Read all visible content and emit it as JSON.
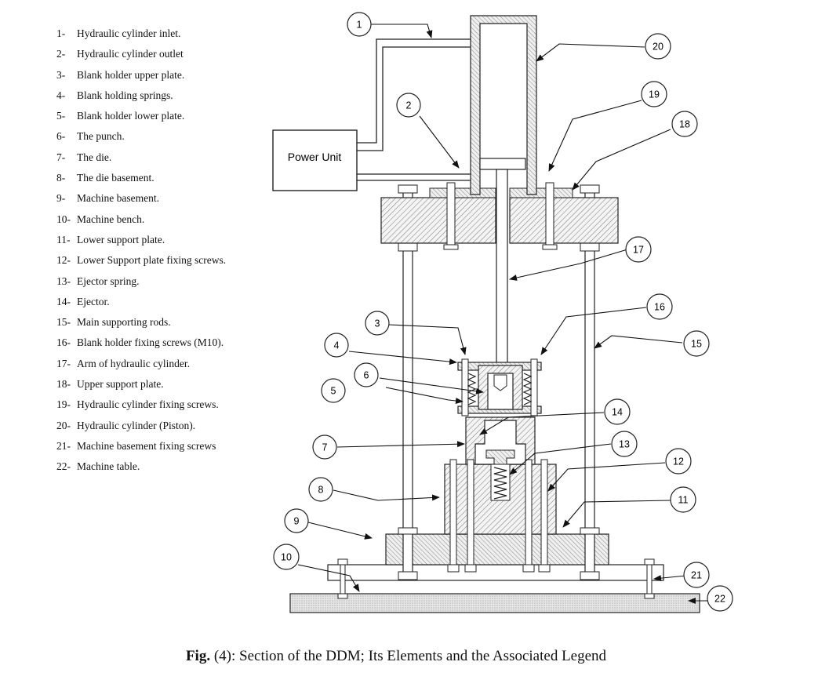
{
  "legend": [
    {
      "num": "1-",
      "text": "Hydraulic cylinder inlet."
    },
    {
      "num": "2-",
      "text": "Hydraulic cylinder outlet"
    },
    {
      "num": "3-",
      "text": "Blank holder upper plate."
    },
    {
      "num": "4-",
      "text": "Blank holding springs."
    },
    {
      "num": "5-",
      "text": "Blank holder lower plate."
    },
    {
      "num": "6-",
      "text": "The punch."
    },
    {
      "num": "7-",
      "text": "The die."
    },
    {
      "num": "8-",
      "text": "The die basement."
    },
    {
      "num": "9-",
      "text": "Machine basement."
    },
    {
      "num": "10-",
      "text": "Machine bench."
    },
    {
      "num": "11-",
      "text": "Lower support plate."
    },
    {
      "num": "12-",
      "text": "Lower Support plate fixing screws."
    },
    {
      "num": "13-",
      "text": "Ejector spring."
    },
    {
      "num": "14-",
      "text": "Ejector."
    },
    {
      "num": "15-",
      "text": "Main supporting rods."
    },
    {
      "num": "16-",
      "text": "Blank holder fixing screws (M10)."
    },
    {
      "num": "17-",
      "text": "Arm of hydraulic cylinder."
    },
    {
      "num": "18-",
      "text": "Upper support plate."
    },
    {
      "num": "19-",
      "text": "Hydraulic cylinder fixing screws."
    },
    {
      "num": "20-",
      "text": "Hydraulic cylinder (Piston)."
    },
    {
      "num": "21-",
      "text": "Machine basement fixing screws"
    },
    {
      "num": "22-",
      "text": "Machine table."
    }
  ],
  "diagram": {
    "power_unit_label": "Power Unit",
    "callouts": [
      "1",
      "2",
      "3",
      "4",
      "5",
      "6",
      "7",
      "8",
      "9",
      "10",
      "11",
      "12",
      "13",
      "14",
      "15",
      "16",
      "17",
      "18",
      "19",
      "20",
      "21",
      "22"
    ]
  },
  "caption": {
    "fig": "Fig.",
    "text": " (4): Section of the DDM; Its Elements and the Associated Legend"
  }
}
